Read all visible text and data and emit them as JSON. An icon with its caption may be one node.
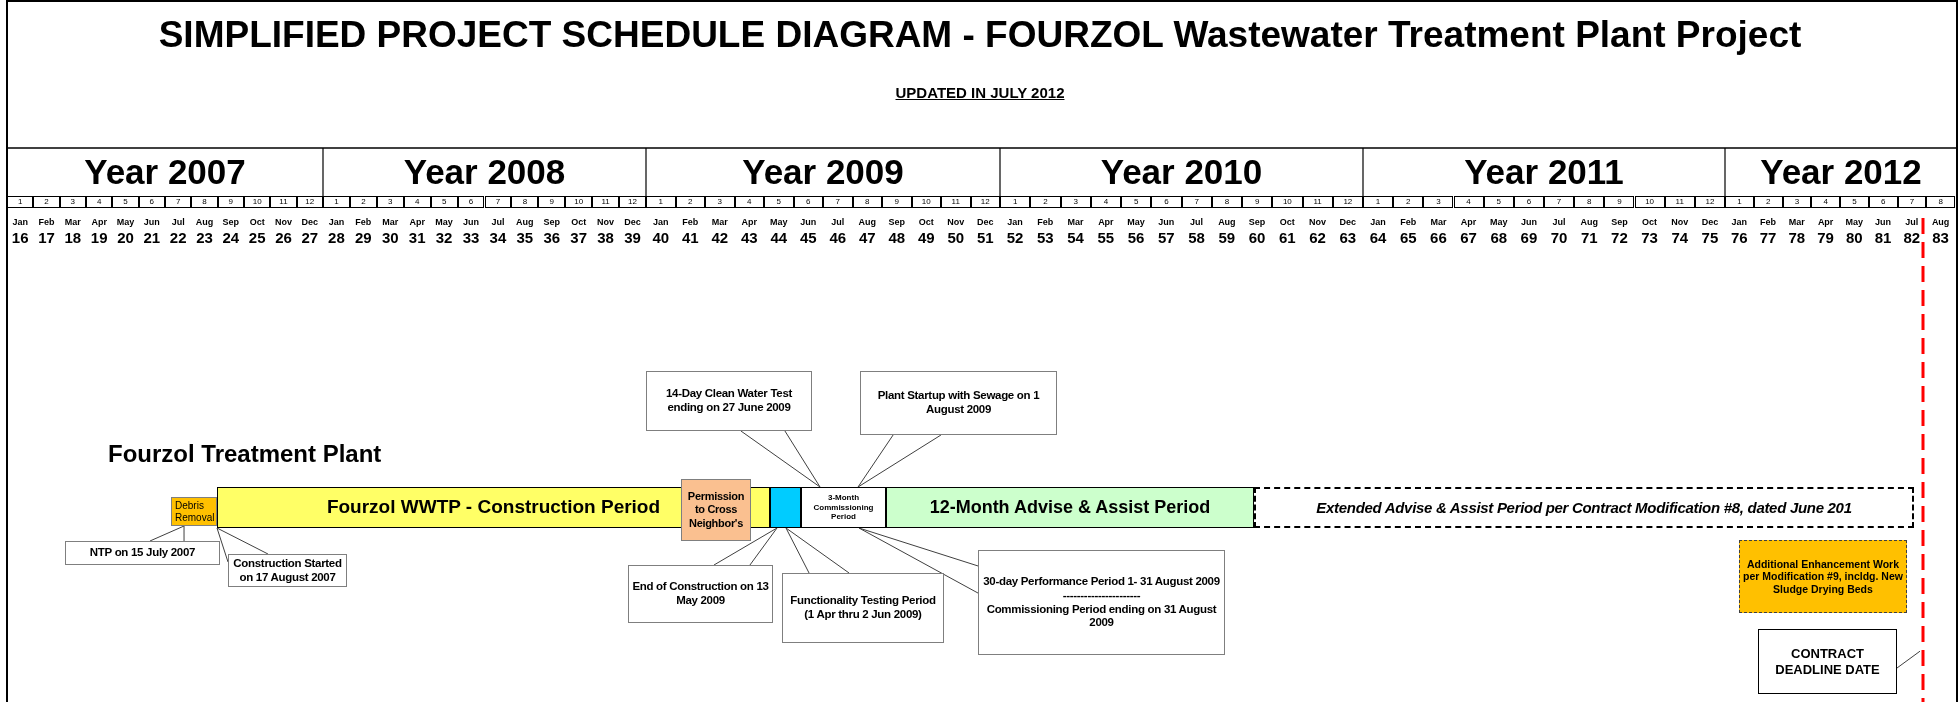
{
  "diagram": {
    "title": "SIMPLIFIED PROJECT SCHEDULE DIAGRAM - FOURZOL Wastewater Treatment Plant Project",
    "nodes": [
      {
        "text": [
          "Debris Removal"
        ]
      },
      {
        "text": [
          "Fourzol WWTP - Construction Period"
        ]
      },
      {
        "text": [
          "Permission to Cross Neighbor's"
        ]
      },
      {
        "text": [],
        "shape": "box"
      },
      {
        "text": [
          "3-Month Commissioning Period"
        ]
      },
      {
        "text": [
          "12-Month Advise & Assist Period"
        ]
      },
      {
        "text": [
          "Extended Advise & Assist Period per Contract Modification #8, dated June 201"
        ]
      },
      {
        "text": [
          "Additional Enhancement Work per Modification #9, incldg. New Sludge Drying Beds"
        ]
      },
      {
        "text": [
          "CONTRACT DEADLINE DATE"
        ]
      },
      {
        "text": [
          "NTP on 15 July 2007"
        ]
      },
      {
        "text": [
          "Construction Started on 17 August 2007"
        ]
      },
      {
        "text": [
          "14-Day Clean Water Test ending on 27 June 2009"
        ]
      },
      {
        "text": [
          "Plant Startup with Sewage on 1 August 2009"
        ]
      },
      {
        "text": [
          "End of Construction on 13 May 2009"
        ]
      },
      {
        "text": [
          "Functionality Testing Period (1 Apr thru 2 Jun 2009)"
        ]
      },
      {
        "text": [
          "30-day Performance Period 1- 31 August 2009",
          "----------------------",
          "Commissioning Period ending on 31 August 2009"
        ]
      },
      {
        "text": [],
        "shape": "line"
      }
    ],
    "edges": [
      {
        "from": 9,
        "to": 0,
        "arrow": "none"
      },
      {
        "from": 10,
        "to": 1,
        "arrow": "none"
      },
      {
        "from": 11,
        "to": 4,
        "arrow": "none"
      },
      {
        "from": 12,
        "to": 4,
        "arrow": "none"
      },
      {
        "from": 13,
        "to": 3,
        "arrow": "none"
      },
      {
        "from": 14,
        "to": 3,
        "arrow": "none"
      },
      {
        "from": 15,
        "to": 4,
        "arrow": "none"
      },
      {
        "from": 8,
        "to": 16,
        "arrow": "none"
      }
    ],
    "labels": [
      "UPDATED IN JULY 2012",
      "Year 2007",
      "Year 2008",
      "Year 2009",
      "Year 2010",
      "Year 2011",
      "Year 2012",
      "1",
      "2",
      "3",
      "4",
      "5",
      "6",
      "7",
      "8",
      "9",
      "10",
      "11",
      "12",
      "1",
      "2",
      "3",
      "4",
      "5",
      "6",
      "7",
      "8",
      "9",
      "10",
      "11",
      "12",
      "1",
      "2",
      "3",
      "4",
      "5",
      "6",
      "7",
      "8",
      "9",
      "10",
      "11",
      "12",
      "1",
      "2",
      "3",
      "4",
      "5",
      "6",
      "7",
      "8",
      "9",
      "10",
      "11",
      "12",
      "1",
      "2",
      "3",
      "4",
      "5",
      "6",
      "7",
      "8",
      "9",
      "10",
      "11",
      "12",
      "1",
      "2",
      "3",
      "4",
      "5",
      "6",
      "7",
      "8",
      "Jan",
      "Feb",
      "Mar",
      "Apr",
      "May",
      "Jun",
      "Jul",
      "Aug",
      "Sep",
      "Oct",
      "Nov",
      "Dec",
      "Jan",
      "Feb",
      "Mar",
      "Apr",
      "May",
      "Jun",
      "Jul",
      "Aug",
      "Sep",
      "Oct",
      "Nov",
      "Dec",
      "Jan",
      "Feb",
      "Mar",
      "Apr",
      "May",
      "Jun",
      "Jul",
      "Aug",
      "Sep",
      "Oct",
      "Nov",
      "Dec",
      "Jan",
      "Feb",
      "Mar",
      "Apr",
      "May",
      "Jun",
      "Jul",
      "Aug",
      "Sep",
      "Oct",
      "Nov",
      "Dec",
      "Jan",
      "Feb",
      "Mar",
      "Apr",
      "May",
      "Jun",
      "Jul",
      "Aug",
      "Sep",
      "Oct",
      "Nov",
      "Dec",
      "Jan",
      "Feb",
      "Mar",
      "Apr",
      "May",
      "Jun",
      "Jul",
      "Aug",
      "16",
      "17",
      "18",
      "19",
      "20",
      "21",
      "22",
      "23",
      "24",
      "25",
      "26",
      "27",
      "28",
      "29",
      "30",
      "31",
      "32",
      "33",
      "34",
      "35",
      "36",
      "37",
      "38",
      "39",
      "40",
      "41",
      "42",
      "43",
      "44",
      "45",
      "46",
      "47",
      "48",
      "49",
      "50",
      "51",
      "52",
      "53",
      "54",
      "55",
      "56",
      "57",
      "58",
      "59",
      "60",
      "61",
      "62",
      "63",
      "64",
      "65",
      "66",
      "67",
      "68",
      "69",
      "70",
      "71",
      "72",
      "73",
      "74",
      "75",
      "76",
      "77",
      "78",
      "79",
      "80",
      "81",
      "82",
      "83",
      "Fourzol Treatment Plant"
    ]
  }
}
